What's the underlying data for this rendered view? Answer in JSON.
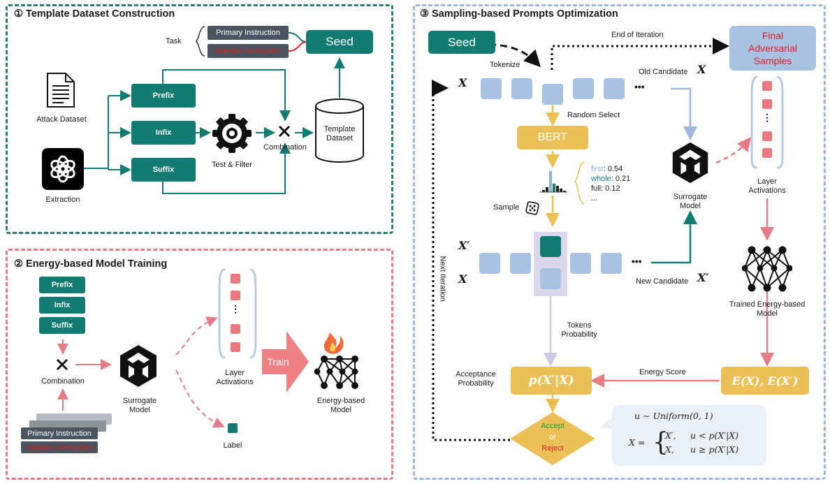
{
  "panel1": {
    "title": "① Template Dataset Construction",
    "task_label": "Task",
    "primary_instruction": "Primary Instruction",
    "injection_instruction": "Injection Instruction",
    "seed": "Seed",
    "attack_dataset": "Attack Dataset",
    "extraction": "Extraction",
    "prefix": "Prefix",
    "infix": "Infix",
    "suffix": "Suffix",
    "test_filter": "Test & Filter",
    "combination": "Combination",
    "template_dataset": "Template\nDataset"
  },
  "panel2": {
    "title": "② Energy-based Model Training",
    "prefix": "Prefix",
    "infix": "Infix",
    "suffix": "Suffix",
    "combination": "Combination",
    "primary_instruction": "Primary Instruction",
    "injection_instruction": "Injection Instruction",
    "surrogate_model": "Surrogate\nModel",
    "layer_activations": "Layer\nActivations",
    "label": "Label",
    "train": "Train",
    "energy_model": "Energy-based\nModel",
    "dots": "⋮"
  },
  "panel3": {
    "title": "③ Sampling-based Prompts Optimization",
    "seed": "Seed",
    "end_of_iteration": "End of Iteration",
    "final_samples": "Final\nAdversarial\nSamples",
    "tokenize": "Tokenize",
    "x_symbol": "X",
    "x_prime_symbol": "X′",
    "old_candidate": "Old Candidate",
    "random_select": "Random Select",
    "bert": "BERT",
    "probs": [
      {
        "word": "first",
        "value": ": 0.54",
        "color": "#8fb3dd"
      },
      {
        "word": "whole",
        "value": ": 0.21",
        "color": "#127c72"
      },
      {
        "word": "full",
        "value": ": 0.12",
        "color": "#222222"
      },
      {
        "word": "...",
        "value": "",
        "color": "#222222"
      }
    ],
    "sample": "Sample",
    "next_iteration": "Next Iteration",
    "new_candidate": "New Candidate",
    "surrogate_model": "Surrogate\nModel",
    "layer_activations": "Layer\nActivations",
    "trained_energy_model": "Trained Energy-based\nModel",
    "tokens_probability": "Tokens\nProbability",
    "acceptance_probability": "Acceptance\nProbability",
    "acceptance_formula": "p(X′|X)",
    "energy_score": "Energy Score",
    "energy_formula": "E(X), E(X′)",
    "accept": "Accept",
    "or": "or",
    "reject": "Reject",
    "uniform": "u ∼ Uniform(0, 1)",
    "x_eq": "X =",
    "case1_val": "X′,",
    "case1_cond": "u < p(X′|X)",
    "case2_val": "X,",
    "case2_cond": "u ≥ p(X′|X)",
    "dots": "⋮",
    "ellipsis": "•••"
  },
  "colors": {
    "teal": "#127c72",
    "pink": "#e37d86",
    "blue": "#9db6da",
    "gold": "#ebc157"
  }
}
